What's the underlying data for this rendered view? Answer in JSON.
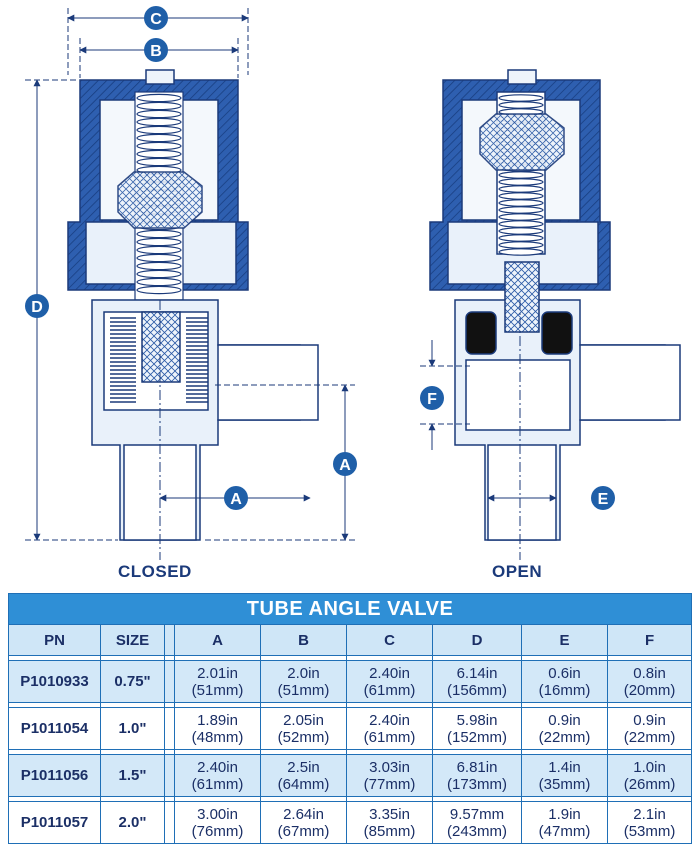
{
  "dimensions": {
    "labels": [
      "C",
      "B",
      "D",
      "A",
      "A",
      "F",
      "E"
    ],
    "color": "#1f5fa8"
  },
  "views": [
    {
      "label": "CLOSED"
    },
    {
      "label": "OPEN"
    }
  ],
  "table": {
    "title": "TUBE ANGLE VALVE",
    "headers": [
      "PN",
      "SIZE",
      "A",
      "B",
      "C",
      "D",
      "E",
      "F"
    ],
    "rows": [
      {
        "pn": "P1010933",
        "size": "0.75\"",
        "A": [
          "2.01in",
          "(51mm)"
        ],
        "B": [
          "2.0in",
          "(51mm)"
        ],
        "C": [
          "2.40in",
          "(61mm)"
        ],
        "D": [
          "6.14in",
          "(156mm)"
        ],
        "E": [
          "0.6in",
          "(16mm)"
        ],
        "F": [
          "0.8in",
          "(20mm)"
        ]
      },
      {
        "pn": "P1011054",
        "size": "1.0\"",
        "A": [
          "1.89in",
          "(48mm)"
        ],
        "B": [
          "2.05in",
          "(52mm)"
        ],
        "C": [
          "2.40in",
          "(61mm)"
        ],
        "D": [
          "5.98in",
          "(152mm)"
        ],
        "E": [
          "0.9in",
          "(22mm)"
        ],
        "F": [
          "0.9in",
          "(22mm)"
        ]
      },
      {
        "pn": "P1011056",
        "size": "1.5\"",
        "A": [
          "2.40in",
          "(61mm)"
        ],
        "B": [
          "2.5in",
          "(64mm)"
        ],
        "C": [
          "3.03in",
          "(77mm)"
        ],
        "D": [
          "6.81in",
          "(173mm)"
        ],
        "E": [
          "1.4in",
          "(35mm)"
        ],
        "F": [
          "1.0in",
          "(26mm)"
        ]
      },
      {
        "pn": "P1011057",
        "size": "2.0\"",
        "A": [
          "3.00in",
          "(76mm)"
        ],
        "B": [
          "2.64in",
          "(67mm)"
        ],
        "C": [
          "3.35in",
          "(85mm)"
        ],
        "D": [
          "9.57mm",
          "(243mm)"
        ],
        "E": [
          "1.9in",
          "(47mm)"
        ],
        "F": [
          "2.1in",
          "(53mm)"
        ]
      }
    ],
    "colors": {
      "title_bg": "#2f8fd6",
      "header_bg": "#cfe6f7",
      "alt_row_bg": "#d3e8f8",
      "border": "#1f6fb6",
      "text": "#1b2f66"
    }
  }
}
